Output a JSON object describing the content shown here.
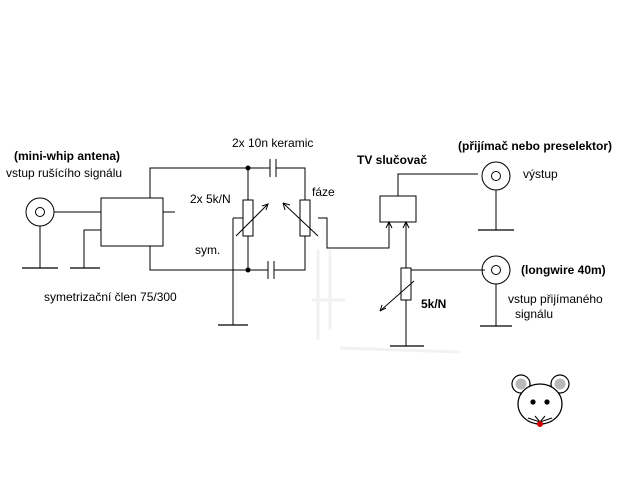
{
  "diagram": {
    "title": "Fázovací článek",
    "labels": {
      "interference_antenna_note": "(mini-whip antena)",
      "interference_input": "vstup rušícího signálu",
      "balun": "symetrizační člen 75/300",
      "capacitors": "2x 10n keramic",
      "potentiometers": "2x 5k/N",
      "phase": "fáze",
      "symmetry": "sym.",
      "combiner": "TV slučovač",
      "receiver_note": "(přijímač nebo preselektor)",
      "output": "výstup",
      "longwire_note": "(longwire 40m)",
      "receive_input_line1": "vstup přijímaného",
      "receive_input_line2": "signálu",
      "level_pot": "5k/N"
    }
  }
}
